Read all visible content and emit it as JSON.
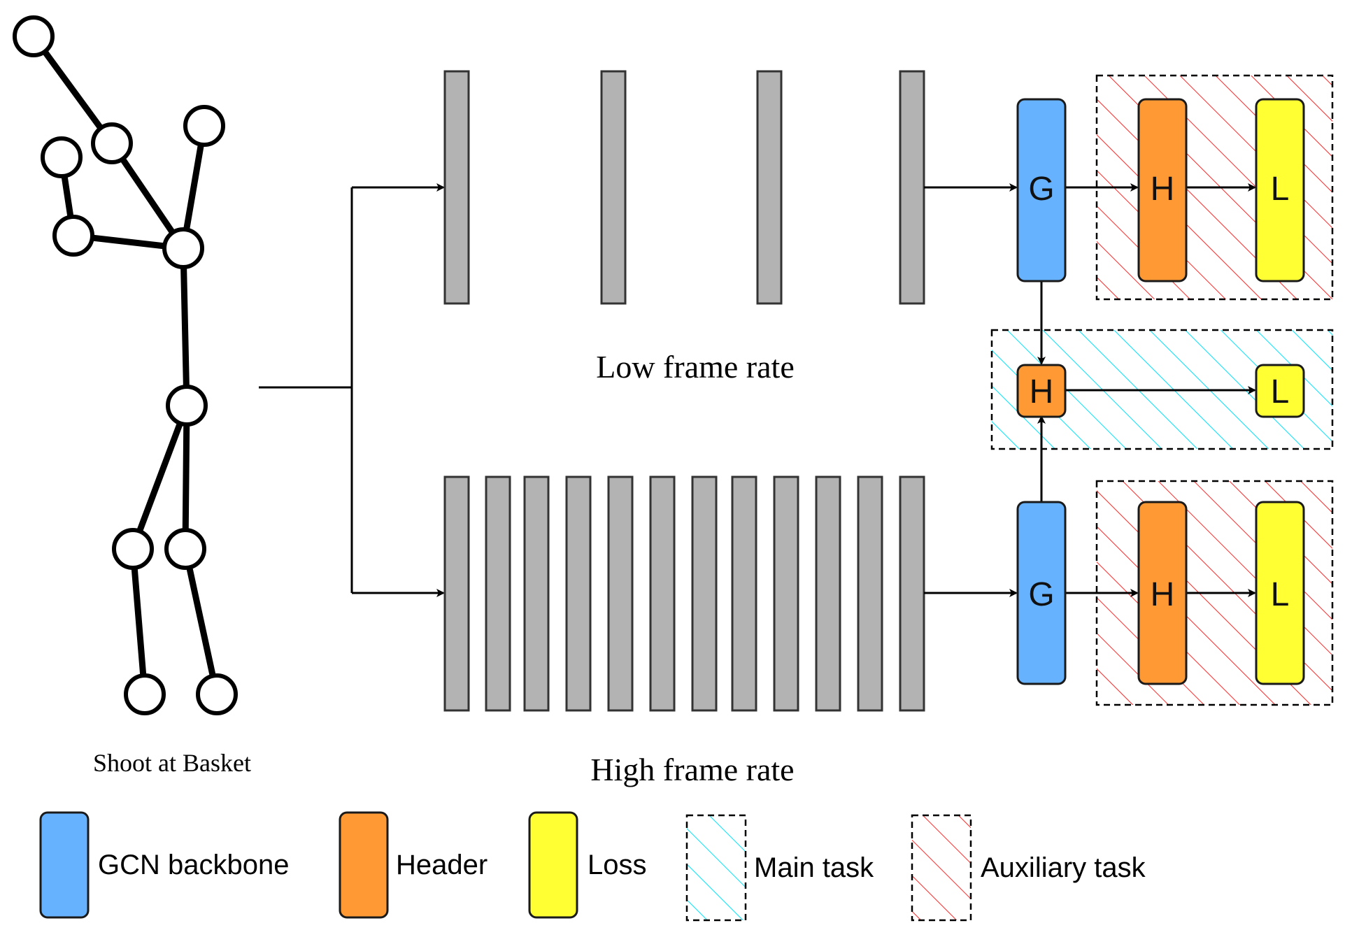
{
  "skeleton": {
    "caption": "Shoot at Basket"
  },
  "streams": {
    "low": {
      "label": "Low frame rate",
      "frame_count": 4
    },
    "high": {
      "label": "High frame rate",
      "frame_count": 12
    }
  },
  "blocks": {
    "backbone_letter": "G",
    "header_letter": "H",
    "loss_letter": "L"
  },
  "legend": {
    "backbone": "GCN backbone",
    "header": "Header",
    "loss": "Loss",
    "main_task": "Main task",
    "auxiliary_task": "Auxiliary task"
  },
  "colors": {
    "backbone": "#66b2ff",
    "header": "#ff9933",
    "loss": "#ffff33",
    "frame": "#b3b3b3",
    "main_hatch": "#00e5ff",
    "aux_hatch": "#ff2a2a"
  }
}
